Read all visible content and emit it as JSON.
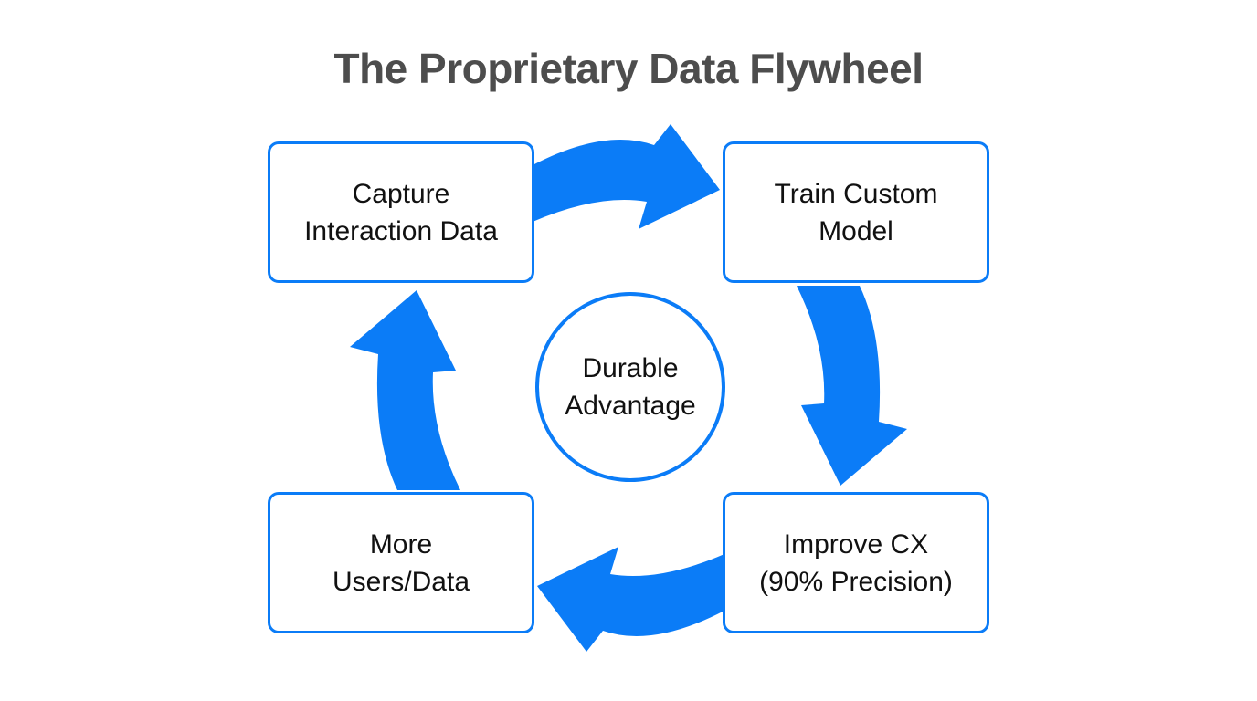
{
  "title": "The Proprietary Data Flywheel",
  "center": {
    "line1": "Durable",
    "line2": "Advantage"
  },
  "nodes": [
    {
      "id": "capture-interaction-data",
      "line1": "Capture",
      "line2": "Interaction Data"
    },
    {
      "id": "train-custom-model",
      "line1": "Train Custom",
      "line2": "Model"
    },
    {
      "id": "improve-cx",
      "line1": "Improve CX",
      "line2": "(90% Precision)"
    },
    {
      "id": "more-users-data",
      "line1": "More",
      "line2": "Users/Data"
    }
  ],
  "arrows": [
    {
      "name": "arrow-capture-to-train",
      "direction": "right"
    },
    {
      "name": "arrow-train-to-improve",
      "direction": "down"
    },
    {
      "name": "arrow-improve-to-more",
      "direction": "left"
    },
    {
      "name": "arrow-more-to-capture",
      "direction": "up"
    }
  ],
  "colors": {
    "accent": "#0b7cf7",
    "title_text": "#4d4d4d",
    "node_text": "#111111",
    "background": "#ffffff"
  }
}
